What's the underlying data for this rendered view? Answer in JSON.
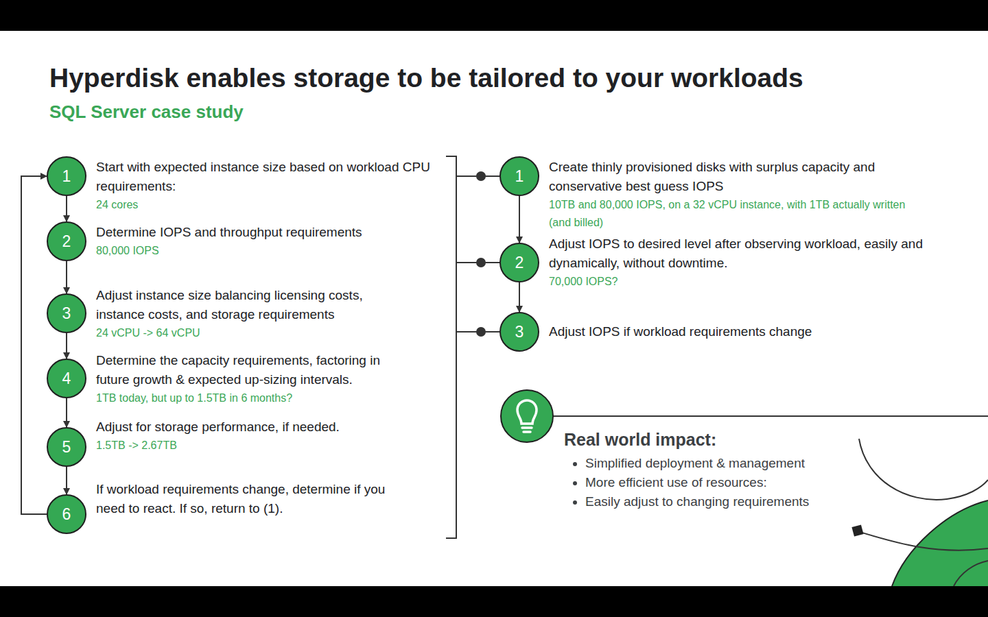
{
  "diagram": {
    "title": "Hyperdisk enables storage to be tailored to your workloads",
    "nodes": [
      {
        "text": [
          "1",
          "Start with expected instance size based on workload CPU requirements:",
          "24 cores"
        ]
      },
      {
        "text": [
          "2",
          "Determine IOPS and throughput requirements",
          "80,000 IOPS"
        ]
      },
      {
        "text": [
          "3",
          "Adjust instance size balancing licensing costs, instance costs, and storage requirements",
          "24 vCPU -> 64 vCPU"
        ]
      },
      {
        "text": [
          "4",
          "Determine the capacity requirements, factoring in future growth & expected up-sizing intervals.",
          "1TB today, but up to 1.5TB in 6 months?"
        ]
      },
      {
        "text": [
          "5",
          "Adjust for storage performance, if needed.",
          "1.5TB -> 2.67TB"
        ]
      },
      {
        "text": [
          "6",
          "If workload requirements change, determine if you need to react. If so, return to (1)."
        ]
      },
      {
        "text": [
          "1",
          "Create thinly provisioned disks with surplus capacity and conservative best guess IOPS",
          "10TB and 80,000 IOPS, on a 32 vCPU instance, with 1TB actually written (and billed)"
        ]
      },
      {
        "text": [
          "2",
          "Adjust IOPS to desired level after observing workload, easily and dynamically, without downtime.",
          "70,000 IOPS?"
        ]
      },
      {
        "text": [
          "3",
          "Adjust IOPS if workload requirements change"
        ]
      }
    ],
    "edges": [
      {
        "from": 0,
        "to": 1,
        "arrow": "to"
      },
      {
        "from": 1,
        "to": 2,
        "arrow": "to"
      },
      {
        "from": 2,
        "to": 3,
        "arrow": "to"
      },
      {
        "from": 3,
        "to": 4,
        "arrow": "to"
      },
      {
        "from": 4,
        "to": 5,
        "arrow": "to"
      },
      {
        "from": 5,
        "to": 0,
        "arrow": "to"
      },
      {
        "from": 6,
        "to": 7,
        "arrow": "to"
      },
      {
        "from": 7,
        "to": 8,
        "arrow": "to"
      }
    ],
    "labels": [
      "SQL Server case study",
      "Real world impact:",
      "Simplified deployment & management",
      "More efficient use of resources:",
      "Easily adjust to changing requirements"
    ]
  }
}
